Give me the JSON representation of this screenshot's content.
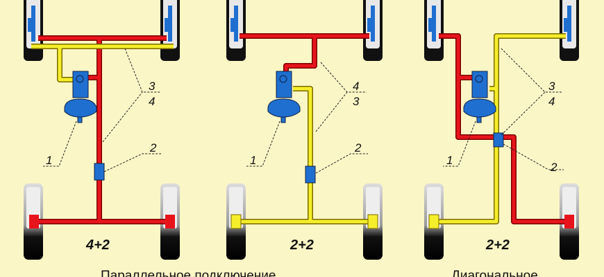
{
  "colors": {
    "circuit_a": "#e8141c",
    "circuit_b": "#f5ee2a",
    "component": "#1f6fd0",
    "background": "#fbf6c6"
  },
  "schemes": [
    {
      "mode": "4+2",
      "labels": {
        "master": "1",
        "regulator": "2",
        "pipe_top": "3",
        "pipe_bottom": "4"
      }
    },
    {
      "mode": "2+2",
      "labels": {
        "master": "1",
        "regulator": "2",
        "pipe_top": "4",
        "pipe_bottom": "3"
      }
    },
    {
      "mode": "2+2",
      "labels": {
        "master": "1",
        "regulator": "2",
        "pipe_top": "3",
        "pipe_bottom": "4"
      }
    }
  ],
  "captions": {
    "parallel": "Параллельное подключение",
    "diagonal": "Диагональное"
  }
}
